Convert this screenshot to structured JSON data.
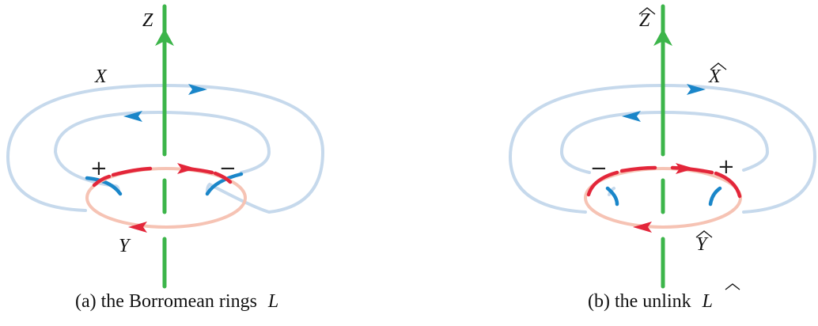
{
  "colors": {
    "z_axis": "#3cb54a",
    "x_loop_light": "#c6d9ec",
    "x_loop_dark": "#1a86c9",
    "y_loop_light": "#f6c3b4",
    "y_loop_dark": "#e3263a"
  },
  "panel_a": {
    "z_label": "Z",
    "x_label": "X",
    "y_label": "Y",
    "sign_left": "+",
    "sign_right": "−",
    "caption_prefix": "(a) the Borromean rings",
    "caption_symbol": "L"
  },
  "panel_b": {
    "z_label": "Z",
    "x_label": "X",
    "y_label": "Y",
    "sign_left": "−",
    "sign_right": "+",
    "caption_prefix": "(b) the unlink",
    "caption_symbol": "L"
  }
}
